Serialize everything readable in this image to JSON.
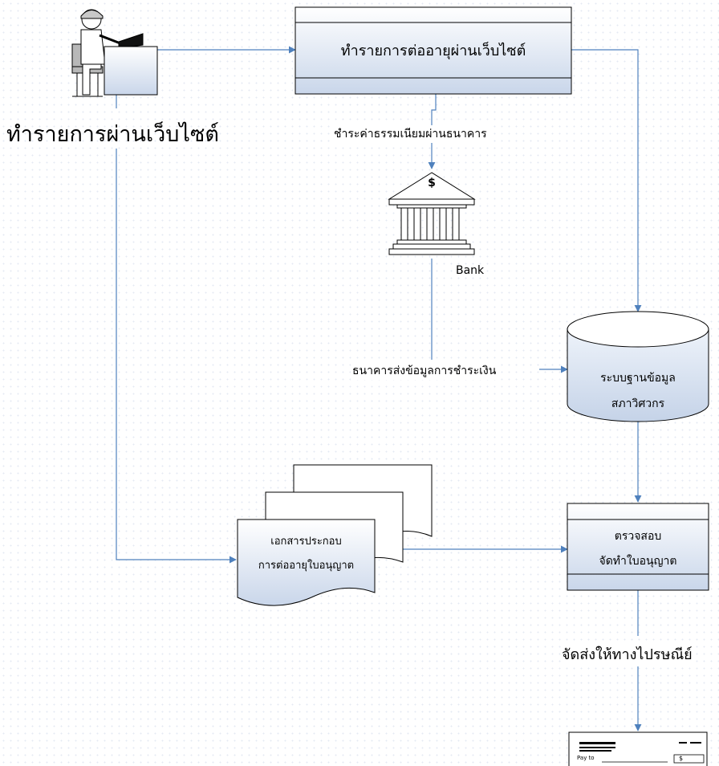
{
  "colors": {
    "line": "#4f81bd",
    "shape_fill_top": "#ffffff",
    "shape_fill_bottom": "#c9d6ea",
    "outline": "#000000"
  },
  "icons": {
    "user": "user-at-computer-icon",
    "bank": "bank-building-icon",
    "check": "check-cheque-icon"
  },
  "labels": {
    "user_caption": "ทำรายการผ่านเว็บไซต์",
    "process_web": "ทำรายการต่ออายุผ่านเว็บไซต์",
    "pay_fee": "ชำระค่าธรรมเนียมผ่านธนาคาร",
    "bank": "Bank",
    "bank_symbol": "$",
    "bank_sends": "ธนาคารส่งข้อมูลการชำระเงิน",
    "database_line1": "ระบบฐานข้อมูล",
    "database_line2": "สภาวิศวกร",
    "documents_line1": "เอกสารประกอบ",
    "documents_line2": "การต่ออายุใบอนุญาต",
    "verify_line1": "ตรวจสอบ",
    "verify_line2": "จัดทำใบอนุญาต",
    "mail": "จัดส่งให้ทางไปรษณีย์",
    "check_payto": "Pay to",
    "check_symbol": "$"
  }
}
